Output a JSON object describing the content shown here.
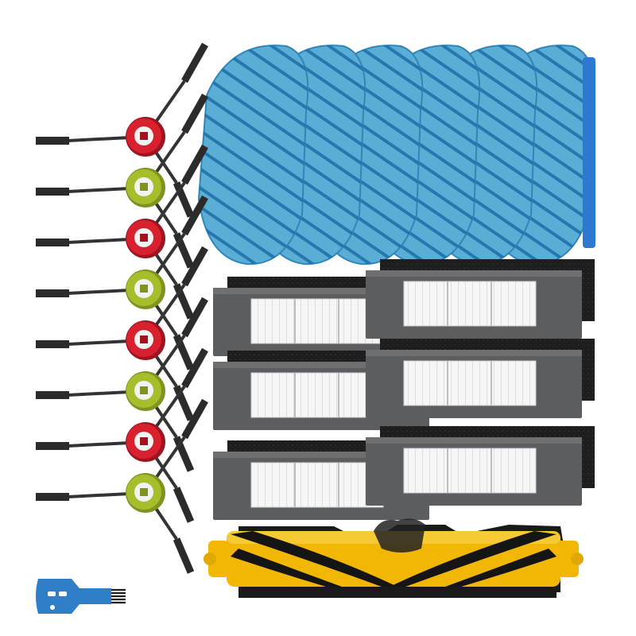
{
  "scene": {
    "background": "#ffffff",
    "description_items": {
      "side_brush_count": 8,
      "mop_pad_count": 6,
      "filter_count": 6,
      "main_brush_count": 1,
      "cleaning_tool_count": 1
    },
    "colors": {
      "hub_red": "#d8202e",
      "hub_green": "#a6be2c",
      "bristle": "#2b2b2b",
      "mop_blue": "#5aaed6",
      "mop_stripe": "#1f6ea8",
      "filter_frame": "#5b5d60",
      "filter_pleat": "#f3f3f3",
      "foam": "#1c1c1c",
      "roller_yellow": "#f2b705",
      "tool_blue": "#2f7fc8"
    },
    "side_brush_hub_colors": [
      "red",
      "green",
      "red",
      "green",
      "red",
      "green",
      "red",
      "green"
    ]
  }
}
